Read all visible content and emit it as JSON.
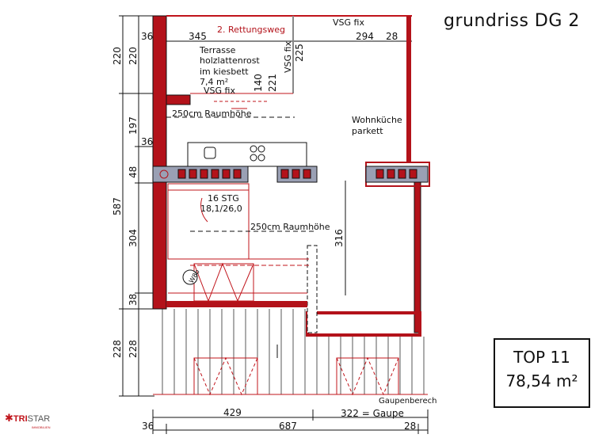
{
  "title": "grundriss DG 2",
  "unit": {
    "label": "TOP 11",
    "area": "78,54 m²"
  },
  "logo": {
    "part1": "TRI",
    "part2": "STAR",
    "sub": "IMMOBILIEN"
  },
  "labels": {
    "rettungsweg": "2. Rettungsweg",
    "vsg_top": "VSG fix",
    "vsg_side": "VSG fix",
    "vsg_bottom": "VSG fix",
    "terrasse1": "Terrasse",
    "terrasse2": "holzlattenrost",
    "terrasse3": "im kiesbett",
    "terrasse4": "7,4 m²",
    "raumhoehe1": "250cm Raumhöhe",
    "raumhoehe2": "250cm Raumhöhe",
    "wohnkueche1": "Wohnküche",
    "wohnkueche2": "parkett",
    "stg1": "16 STG",
    "stg2": "18,1/26,0",
    "w8b": "W8b",
    "gaupenbereich": "Gaupenberech",
    "gaupe": "322 = Gaupe"
  },
  "dims": {
    "d36a": "36",
    "d345": "345",
    "d294": "294",
    "d28a": "28",
    "d225": "225",
    "d140": "140",
    "d221": "221",
    "d36b": "36",
    "left_outer_220": "220",
    "left_outer_587": "587",
    "left_outer_228": "228",
    "left_inner_220": "220",
    "left_inner_197": "197",
    "left_inner_48": "48",
    "left_inner_304": "304",
    "left_inner_38": "38",
    "left_inner_228": "228",
    "d316": "316",
    "d429": "429",
    "d36c": "36",
    "d687": "687",
    "d28b": "28"
  },
  "colors": {
    "wall": "#b3121a",
    "line": "#c0141b",
    "ink": "#111111",
    "chimney": "#9aa0b4"
  }
}
